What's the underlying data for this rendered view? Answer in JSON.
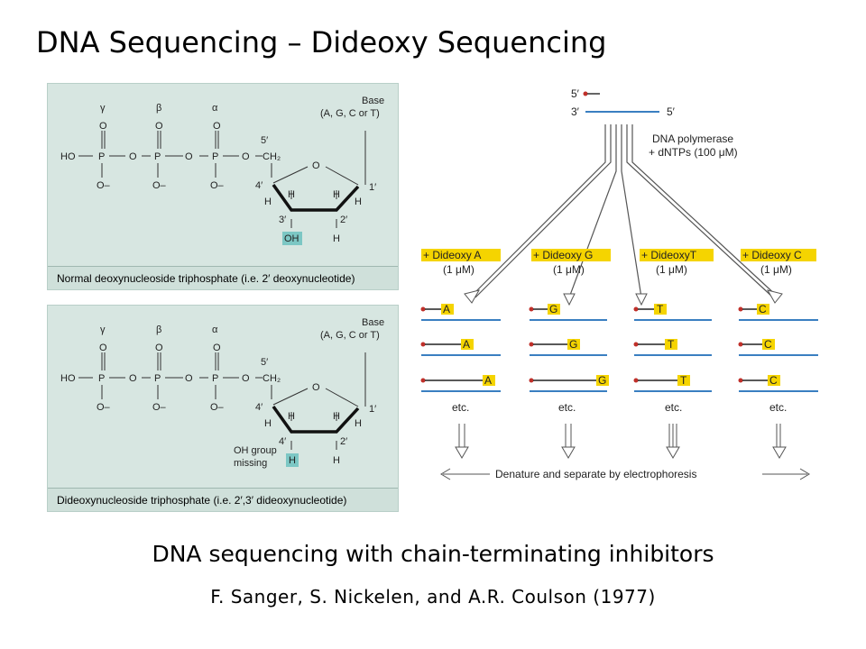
{
  "title": "DNA Sequencing – Dideoxy Sequencing",
  "top_panel": {
    "caption": "Normal deoxynucleoside triphosphate (i.e. 2′ deoxynucleotide)",
    "gamma": "γ",
    "beta": "β",
    "alpha": "α",
    "base_label": "Base",
    "base_options": "(A, G, C or T)",
    "ho": "HO",
    "p": "P",
    "o": "O",
    "o_minus": "O–",
    "ch2": "CH₂",
    "c5": "5′",
    "c4": "4′",
    "c3": "3′",
    "c2": "2′",
    "c1": "1′",
    "h": "H",
    "group_3": "OH"
  },
  "bottom_panel": {
    "caption": "Dideoxynucleoside triphosphate (i.e. 2′,3′ dideoxynucleotide)",
    "gamma": "γ",
    "beta": "β",
    "alpha": "α",
    "base_label": "Base",
    "base_options": "(A, G, C or T)",
    "ho": "HO",
    "p": "P",
    "o": "O",
    "o_minus": "O–",
    "ch2": "CH₂",
    "c5": "5′",
    "c4": "4′",
    "c3": "4′",
    "c2": "2′",
    "c1": "1′",
    "h": "H",
    "group_3": "H",
    "missing_note_1": "OH group",
    "missing_note_2": "missing"
  },
  "scheme": {
    "five_prime": "5′",
    "three_prime": "3′",
    "five_prime_right": "5′",
    "polymerase_1": "DNA polymerase",
    "polymerase_2": "+ dNTPs (100 μM)",
    "reactions": [
      {
        "label": "+ Dideoxy A",
        "conc": "(1 μM)",
        "base": "A"
      },
      {
        "label": "+ Dideoxy G",
        "conc": "(1 μM)",
        "base": "G"
      },
      {
        "label": "+ DideoxyT",
        "conc": "(1 μM)",
        "base": "T"
      },
      {
        "label": "+ Dideoxy C",
        "conc": "(1 μM)",
        "base": "C"
      }
    ],
    "etc": "etc.",
    "electrophoresis": "Denature and separate by electrophoresis",
    "highlight_color": "#f5d400",
    "template_color": "#3a7fc1",
    "primer_dot_color": "#c0302a"
  },
  "caption_main": "DNA sequencing with chain-terminating inhibitors",
  "caption_sub": "F. Sanger, S. Nickelen, and A.R. Coulson (1977)"
}
